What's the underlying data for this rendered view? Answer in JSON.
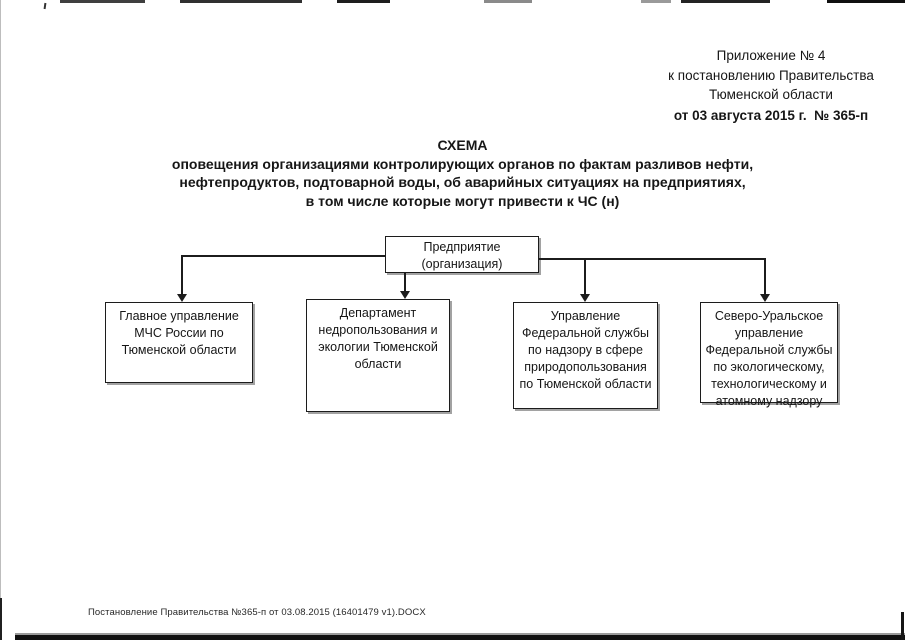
{
  "colors": {
    "ink": "#161616",
    "line": "#1c1c1c",
    "paper": "#ffffff"
  },
  "header": {
    "line1": "Приложение № 4",
    "line2": "к постановлению Правительства",
    "line3": "Тюменской области",
    "date_line": "от 03 августа 2015 г.  № 365-п"
  },
  "title": {
    "line1": "СХЕМА",
    "line2": "оповещения организациями контролирующих органов по фактам разливов нефти,",
    "line3": "нефтепродуктов, подтоварной воды, об аварийных ситуациях на предприятиях,",
    "line4": "в том числе которые могут привести к ЧС (н)"
  },
  "diagram": {
    "root": {
      "label": "Предприятие\n(организация)"
    },
    "nodes": [
      {
        "label": "Главное управление\nМЧС России по\nТюменской области"
      },
      {
        "label": "Департамент\nнедропользования и\nэкологии Тюменской\nобласти"
      },
      {
        "label": "Управление\nФедеральной службы\nпо надзору в сфере\nприродопользования\nпо Тюменской области"
      },
      {
        "label": "Северо-Уральское\nуправление\nФедеральной службы\nпо экологическому,\nтехнологическому и\nатомному надзору"
      }
    ]
  },
  "footer": {
    "filename_line": "Постановление Правительства №365-п от 03.08.2015 (16401479 v1).DOCX"
  }
}
